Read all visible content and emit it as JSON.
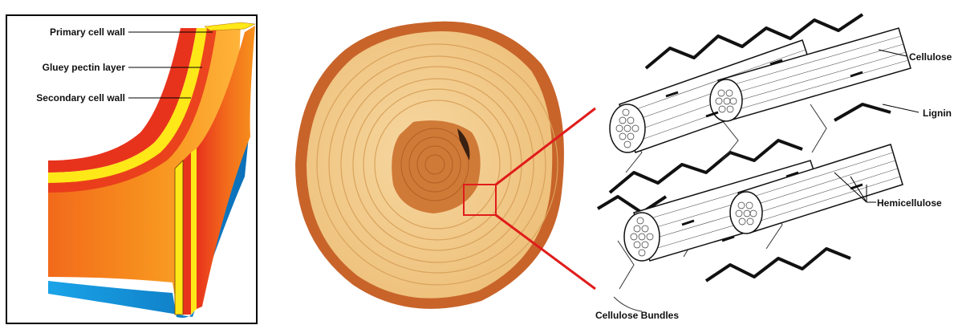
{
  "cell_wall_panel": {
    "labels": {
      "primary": "Primary cell wall",
      "pectin": "Gluey pectin layer",
      "secondary": "Secondary cell wall"
    }
  },
  "fiber_panel": {
    "labels": {
      "cellulose": "Cellulose",
      "lignin": "Lignin",
      "hemicellulose": "Hemicellulose",
      "bundles": "Cellulose Bundles"
    }
  },
  "colors": {
    "wall_orange": "#f7931e",
    "wall_red": "#e8331c",
    "wall_yellow": "#ffe817",
    "wall_blue": "#1aa3e8",
    "wood_light": "#f2c98a",
    "bark": "#c8642a",
    "zoom_red": "#e01c1c"
  }
}
